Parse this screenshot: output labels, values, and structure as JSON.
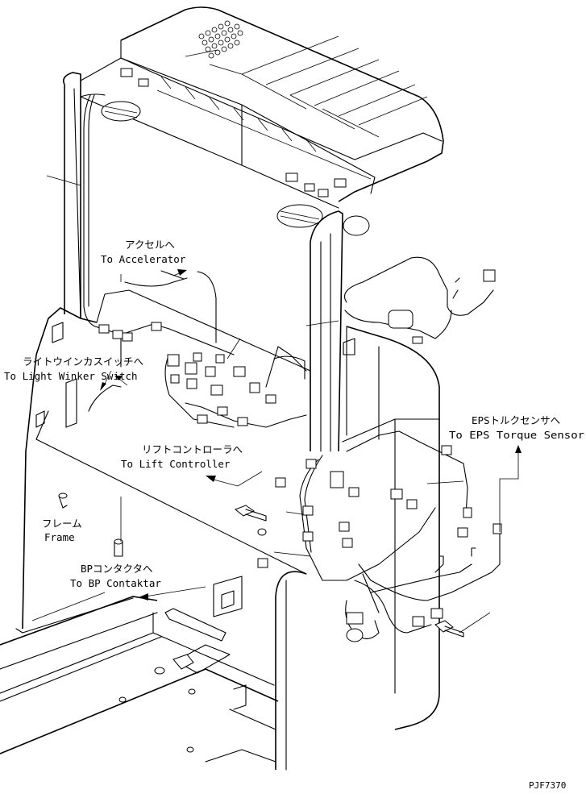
{
  "callouts": {
    "accelerator": {
      "jp": "アクセルへ",
      "en": "To Accelerator"
    },
    "light_winker": {
      "jp": "ライトウインカスイッチへ",
      "en": "To Light Winker Switch"
    },
    "lift_controller": {
      "jp": "リフトコントローラへ",
      "en": "To Lift Controller"
    },
    "frame": {
      "jp": "フレーム",
      "en": "Frame"
    },
    "bp_contactor": {
      "jp": "BPコンタクタへ",
      "en": "To BP Contaktar"
    },
    "eps_sensor": {
      "jp": "EPSトルクセンサへ",
      "en": "To EPS Torque Sensor"
    }
  },
  "drawing_code": "PJF7370",
  "colors": {
    "line": "#000000",
    "background": "#ffffff"
  }
}
